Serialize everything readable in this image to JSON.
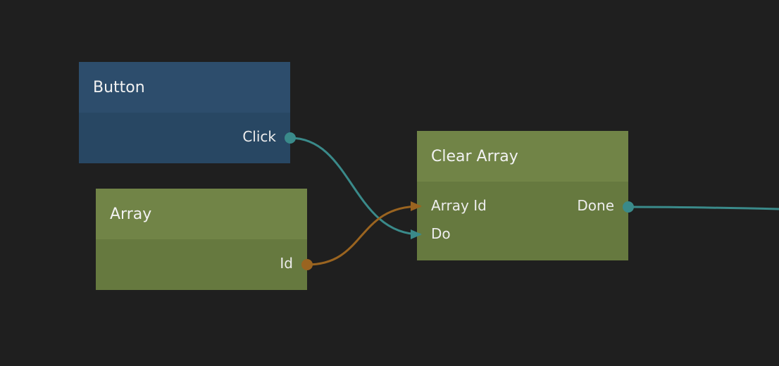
{
  "colors": {
    "background": "#1f1f1f",
    "signal_wire": "#3a8a8a",
    "data_wire": "#9a6420",
    "visual_node_header": "#2d4d6c",
    "visual_node_body": "#284763",
    "data_node_header": "#718447",
    "data_node_body": "#66793f"
  },
  "nodes": {
    "button": {
      "title": "Button",
      "ports": {
        "click": "Click"
      }
    },
    "array": {
      "title": "Array",
      "ports": {
        "id": "Id"
      }
    },
    "clear_array": {
      "title": "Clear Array",
      "ports": {
        "array_id": "Array Id",
        "do": "Do",
        "done": "Done"
      }
    }
  },
  "connections": [
    {
      "from": "Button.Click",
      "to": "Clear Array.Do",
      "kind": "signal"
    },
    {
      "from": "Array.Id",
      "to": "Clear Array.Array Id",
      "kind": "data"
    },
    {
      "from": "Clear Array.Done",
      "to": "offscreen",
      "kind": "signal"
    }
  ]
}
